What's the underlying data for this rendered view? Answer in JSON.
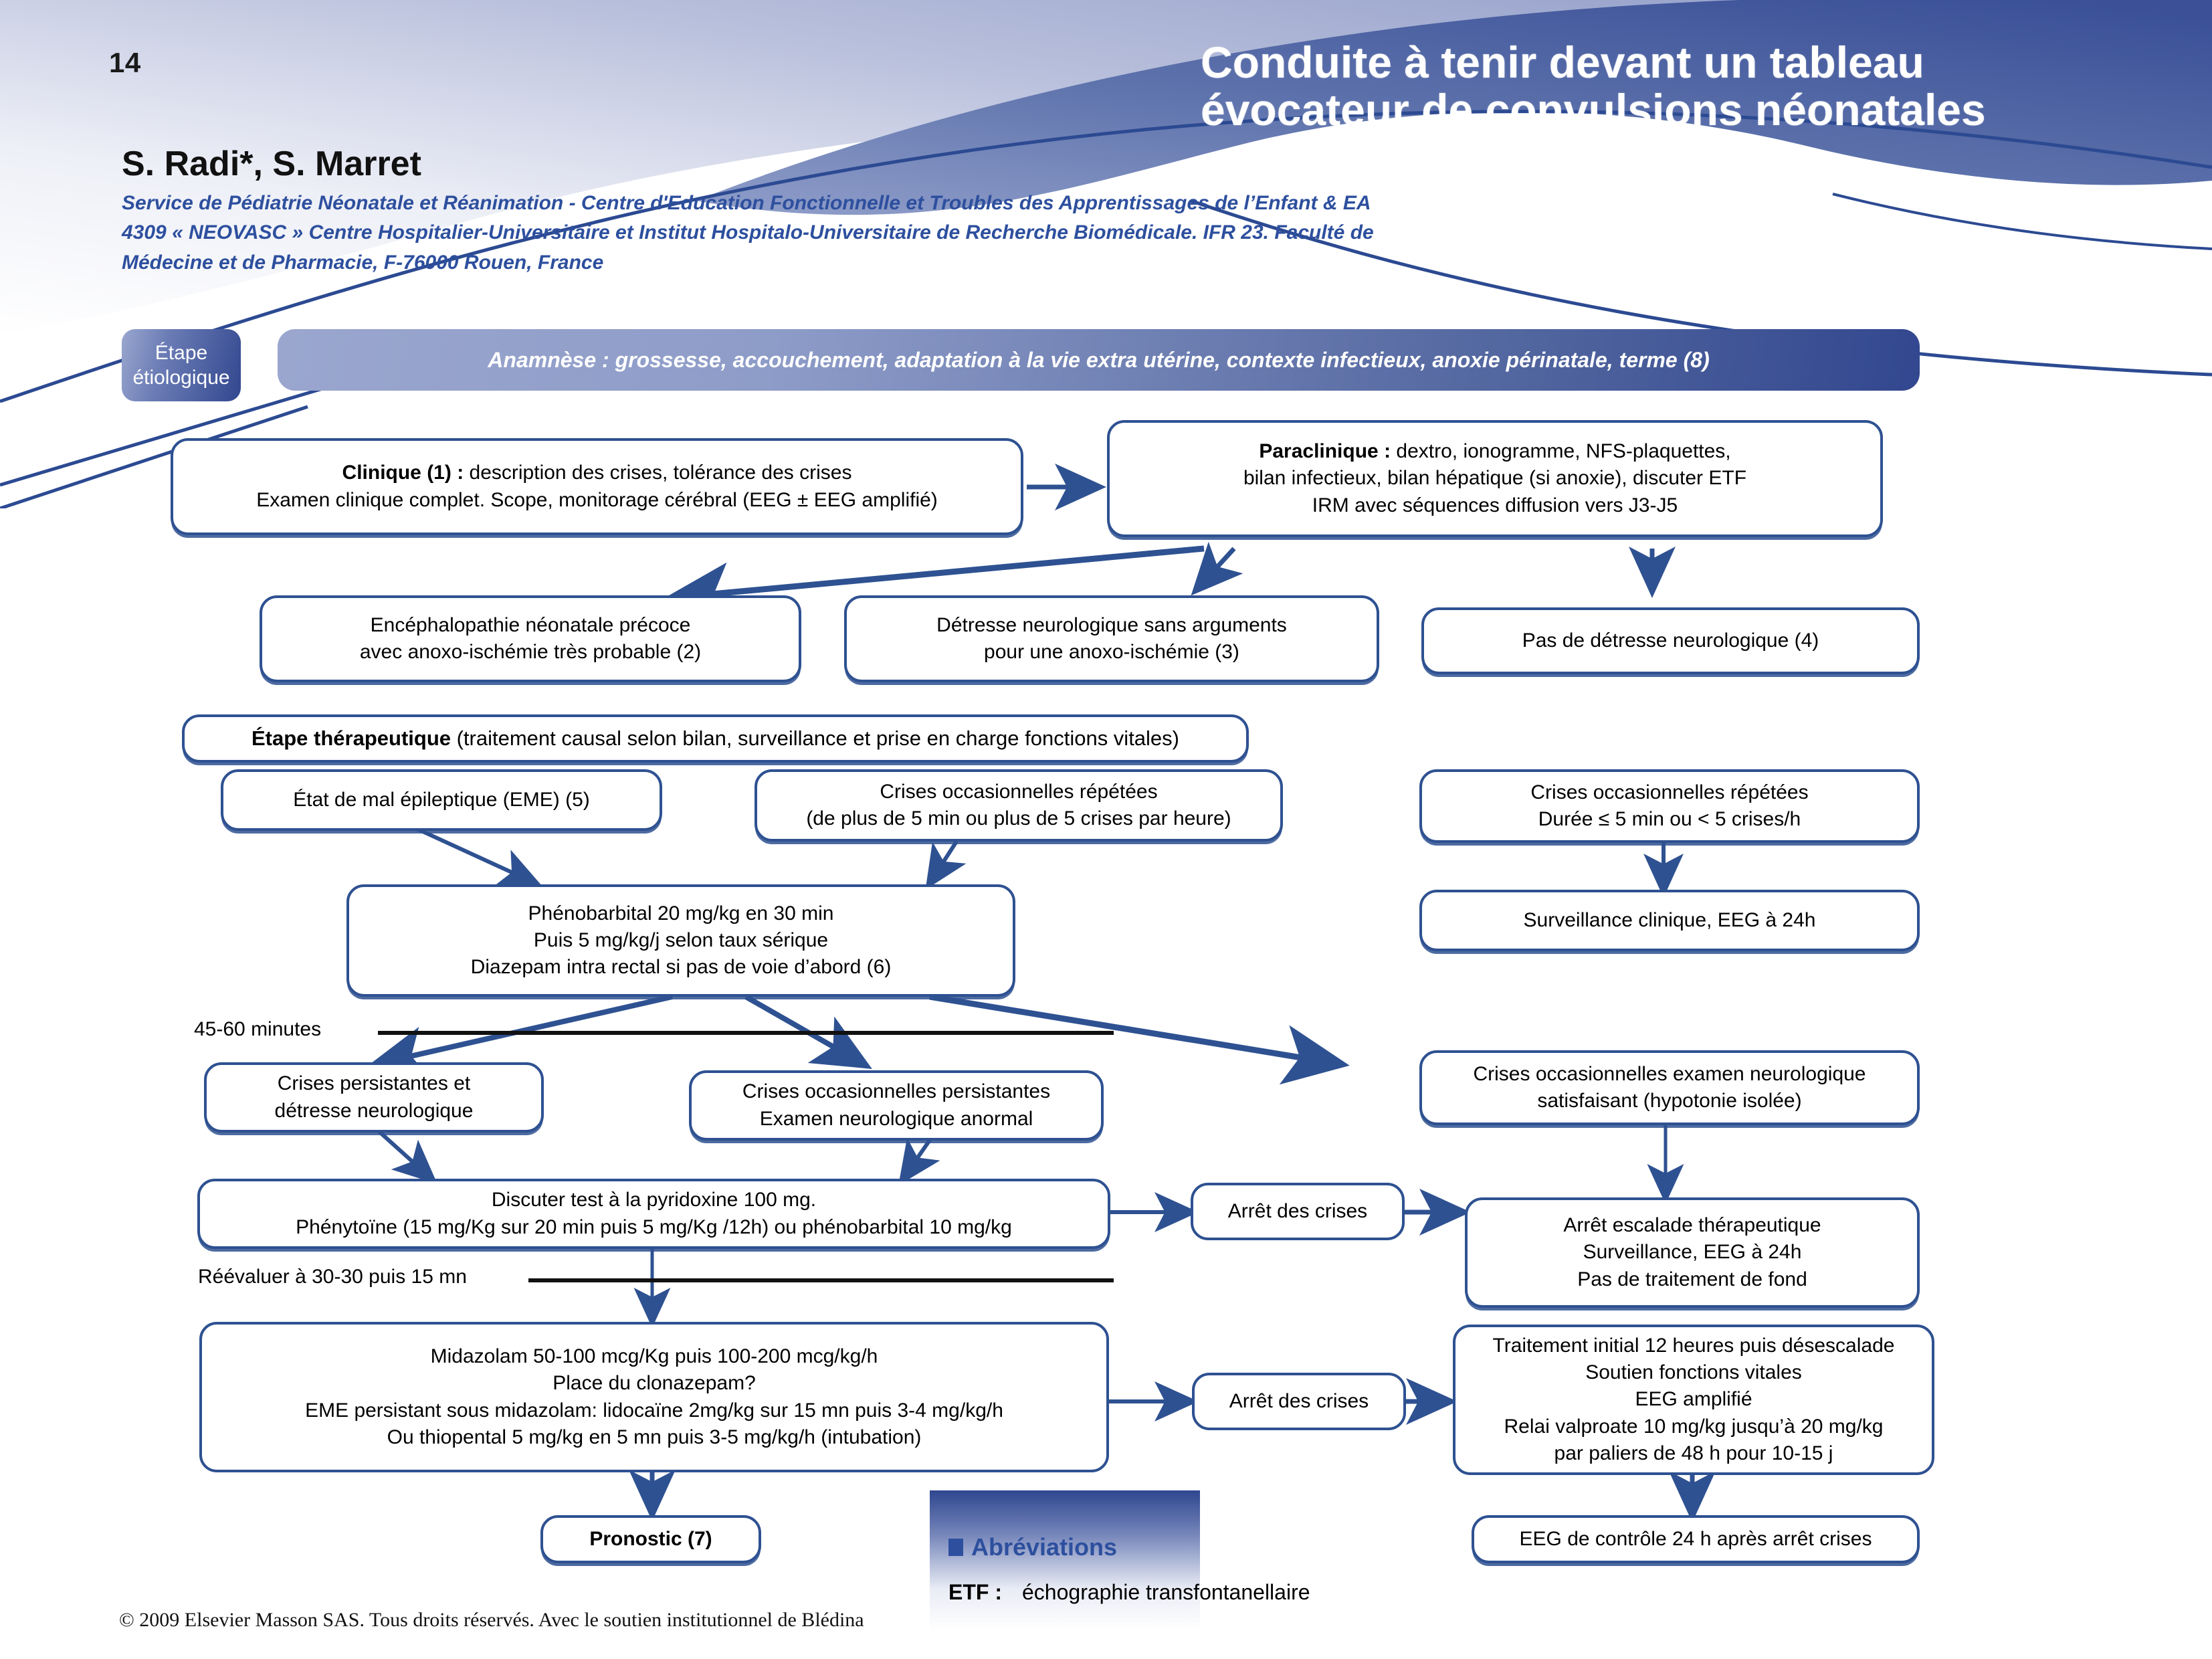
{
  "header": {
    "page_number": "14",
    "deck_title": "Conduite à tenir devant un tableau évocateur de convulsions néonatales",
    "authors": "S. Radi*, S. Marret",
    "affiliation": "Service de Pédiatrie Néonatale et Réanimation - Centre d'Education Fonctionnelle et Troubles des Apprentissages de l’Enfant & EA 4309 « NEOVASC » Centre Hospitalier-Universitaire et Institut Hospitalo-Universitaire de Recherche Biomédicale. IFR 23. Faculté de Médecine et de Pharmacie, F-76000 Rouen, France"
  },
  "colors": {
    "brand_blue": "#2d4f9e",
    "node_border": "#2e5191",
    "banner_dark": "#32478f",
    "banner_light": "#9aa6ce",
    "rule_black": "#111111"
  },
  "flow": {
    "stage_etiologic": "Étape\nétiologique",
    "banner_anamnese": "Anamnèse : grossesse, accouchement, adaptation à la vie extra utérine, contexte infectieux, anoxie périnatale, terme (8)",
    "clinique": "Clinique (1) : description des crises, tolérance des crises\nExamen clinique complet. Scope, monitorage cérébral (EEG ± EEG amplifié)",
    "clinique_bold_prefix": "Clinique (1) :",
    "paraclinique": "Paraclinique : dextro, ionogramme, NFS-plaquettes,\nbilan infectieux, bilan hépatique (si anoxie), discuter ETF\nIRM avec séquences diffusion vers J3-J5",
    "paraclinique_bold_prefix": "Paraclinique :",
    "encephalopathie": "Encéphalopathie néonatale précoce\navec anoxo-ischémie très probable (2)",
    "detresse_sans_args": "Détresse neurologique sans arguments\npour une anoxo-ischémie (3)",
    "pas_detresse": "Pas de détresse neurologique (4)",
    "stage_therapeutic_bold": "Étape thérapeutique",
    "stage_therapeutic_rest": " (traitement causal selon bilan, surveillance et prise en charge fonctions vitales)",
    "eme": "État de mal épileptique (EME) (5)",
    "crises_repetees_left": "Crises occasionnelles répétées\n(de plus de 5 min ou plus de 5 crises par heure)",
    "crises_repetees_right": "Crises occasionnelles répétées\nDurée ≤ 5 min ou < 5 crises/h",
    "phenobarbital": "Phénobarbital 20 mg/kg en 30 min\nPuis 5 mg/kg/j selon taux sérique\nDiazepam intra rectal si pas de voie d’abord (6)",
    "surveillance_eeg24": "Surveillance clinique, EEG à 24h",
    "rule_45_60": "45-60 minutes",
    "crises_persistantes": "Crises persistantes et\ndétresse neurologique",
    "crises_occ_persistantes": "Crises occasionnelles persistantes\nExamen neurologique anormal",
    "crises_occ_examen_satisf": "Crises occasionnelles examen neurologique\nsatisfaisant (hypotonie isolée)",
    "pyridoxine": "Discuter test à la pyridoxine 100 mg.\nPhénytoïne (15 mg/Kg sur 20 min puis 5 mg/Kg /12h) ou phénobarbital 10 mg/kg",
    "arret_crises_1": "Arrêt des crises",
    "arret_escalade": "Arrêt escalade thérapeutique\nSurveillance, EEG à 24h\nPas de traitement de fond",
    "rule_reevaluer": "Réévaluer à 30-30 puis 15 mn",
    "midazolam": "Midazolam 50-100 mcg/Kg puis 100-200 mcg/kg/h\nPlace du clonazepam?\nEME persistant sous midazolam: lidocaïne 2mg/kg sur 15 mn puis 3-4 mg/kg/h\nOu thiopental 5 mg/kg en 5 mn  puis 3-5 mg/kg/h (intubation)",
    "arret_crises_2": "Arrêt des crises",
    "traitement_initial": "Traitement initial 12 heures puis désescalade\nSoutien fonctions vitales\nEEG amplifié\nRelai valproate 10 mg/kg jusqu’à 20 mg/kg\npar paliers de 48 h pour 10-15 j",
    "pronostic": "Pronostic (7)",
    "eeg_controle": "EEG de contrôle 24 h après arrêt crises"
  },
  "abbreviations": {
    "title": "Abréviations",
    "key": "ETF :",
    "value": "échographie transfontanellaire"
  },
  "footer": {
    "copyright": "© 2009 Elsevier Masson SAS. Tous droits réservés. Avec le soutien institutionnel de Blédina"
  }
}
